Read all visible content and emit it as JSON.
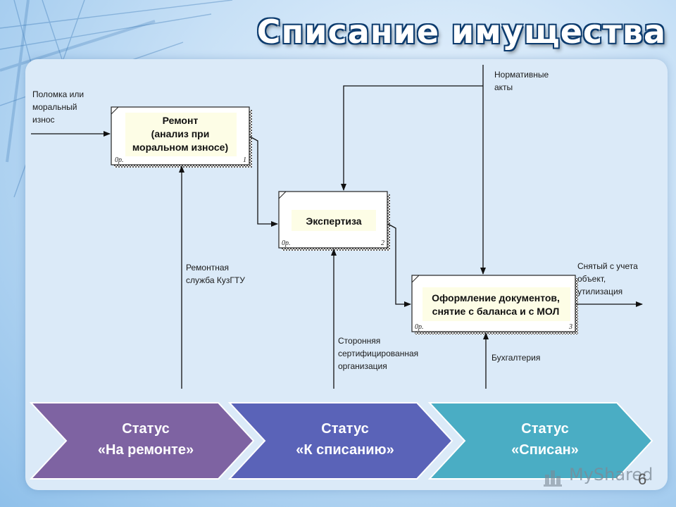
{
  "title": "Списание имущества",
  "boxes": [
    {
      "lines": [
        "Ремонт",
        "(анализ при",
        "моральном износе)"
      ],
      "code": "0р.",
      "num": "1"
    },
    {
      "lines": [
        "Экспертиза"
      ],
      "code": "0р.",
      "num": "2"
    },
    {
      "lines": [
        "Оформление документов,",
        "снятие с баланса и с МОЛ"
      ],
      "code": "0р.",
      "num": "3"
    }
  ],
  "labels": {
    "input": [
      "Поломка или",
      "моральный",
      "износ"
    ],
    "control": [
      "Нормативные",
      "акты"
    ],
    "output": [
      "Снятый с учета",
      "объект,",
      "утилизация"
    ],
    "repair_service": [
      "Ремонтная",
      "служба КузГТУ"
    ],
    "third_party": [
      "Сторонняя",
      "сертифицированная",
      "организация"
    ],
    "accounting": [
      "Бухгалтерия"
    ]
  },
  "statuses": [
    {
      "line1": "Статус",
      "line2": "«На ремонте»",
      "color": "#7e63a2"
    },
    {
      "line1": "Статус",
      "line2": "«К списанию»",
      "color": "#5a63b8"
    },
    {
      "line1": "Статус",
      "line2": "«Списан»",
      "color": "#4aadc4"
    }
  ],
  "watermark": "MyShared",
  "page_number": "6"
}
